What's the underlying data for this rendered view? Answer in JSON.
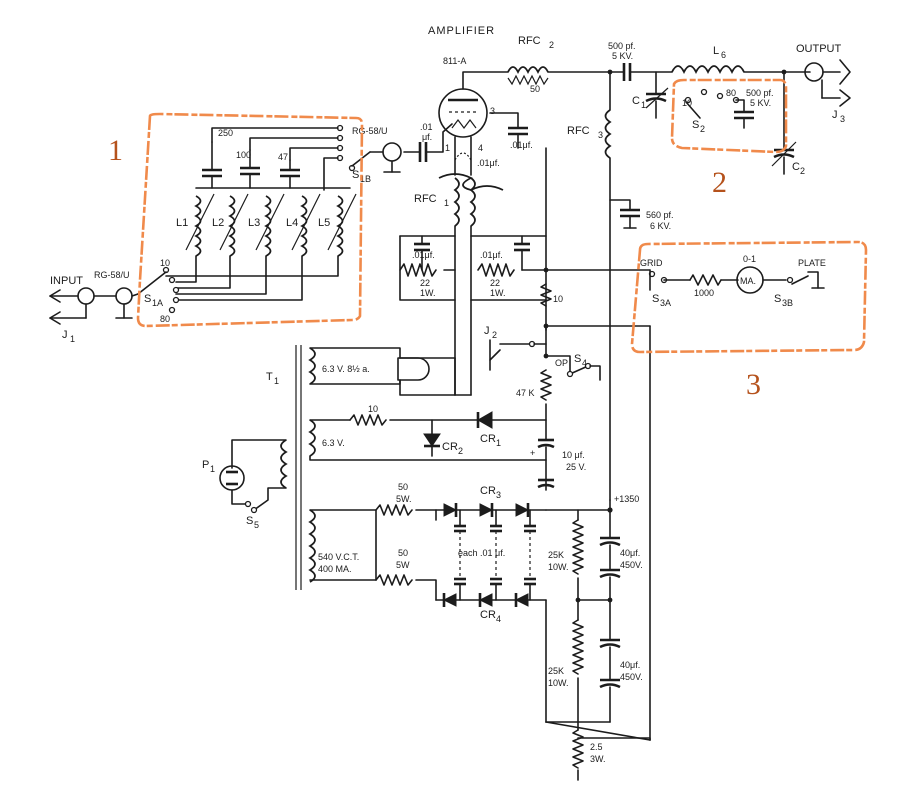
{
  "title": "AMPLIFIER",
  "highlights": [
    "1",
    "2",
    "3"
  ],
  "labels": {
    "tube": "811-A",
    "rfc2": "RFC",
    "rfc2_sub": "2",
    "rfc2_val": "50",
    "rfc1": "RFC",
    "rfc1_sub": "1",
    "rfc3": "RFC",
    "rfc3_sub": "3",
    "pin3": "3",
    "pin1": "1",
    "pin4": "4",
    "coax_in": "RG-58/U",
    "coax_grid": "RG-58/U",
    "input": "INPUT",
    "output": "OUTPUT",
    "j1": "J",
    "j1_sub": "1",
    "j2": "J",
    "j2_sub": "2",
    "j3": "J",
    "j3_sub": "3",
    "c_grid": ".01",
    "c_grid_unit": "μf.",
    "c_plate_byp": ".01μf.",
    "c_fil": ".01μf.",
    "c_grid_byp1": ".01μf.",
    "c_grid_byp2": ".01μf.",
    "r_grid1": "22",
    "r_grid1_w": "1W.",
    "r_grid2": "22",
    "r_grid2_w": "1W.",
    "r_meter_shunt": "10",
    "c_out": "500 pf.",
    "c_out_v": "5 KV.",
    "c_pad": "500 pf.",
    "c_pad_v": "5 KV.",
    "c_byp": "560 pf.",
    "c_byp_v": "6 KV.",
    "l6": "L",
    "l6_sub": "6",
    "c1": "C",
    "c1_sub": "1",
    "c2": "C",
    "c2_sub": "2",
    "s2": "S",
    "s2_sub": "2",
    "s2_10": "10",
    "s2_80": "80",
    "band_tabs": [
      "250",
      "100",
      "47"
    ],
    "coils": [
      "L1",
      "L2",
      "L3",
      "L4",
      "L5"
    ],
    "s1a": "S",
    "s1a_sub": "1A",
    "s1b": "S",
    "s1b_sub": "1B",
    "s1_10": "10",
    "s1_80": "80",
    "grid": "GRID",
    "plate": "PLATE",
    "meter": "MA.",
    "meter_range": "0-1",
    "r_meter": "1000",
    "s3a": "S",
    "s3a_sub": "3A",
    "s3b": "S",
    "s3b_sub": "3B",
    "t1": "T",
    "t1_sub": "1",
    "w_63a": "6.3 V.  8½ a.",
    "w_63b": "6.3 V.",
    "w_hv1": "540 V.C.T.",
    "w_hv2": "400 MA.",
    "r_fil": "10",
    "cr1": "CR",
    "cr1_sub": "1",
    "cr2": "CR",
    "cr2_sub": "2",
    "cr3": "CR",
    "cr3_sub": "3",
    "cr4": "CR",
    "cr4_sub": "4",
    "c_bias": "10 μf.",
    "c_bias_v": "25 V.",
    "r_bias": "47 K",
    "s4": "S",
    "s4_sub": "4",
    "op": "OP",
    "r_hv1": "50",
    "r_hv1_w": "5W.",
    "r_hv2": "50",
    "r_hv2_w": "5W",
    "c_each": "each .01 μf.",
    "hv": "+1350",
    "r_bl1": "25K",
    "r_bl1_w": "10W.",
    "r_bl2": "25K",
    "r_bl2_w": "10W.",
    "c_f1": "40μf.",
    "c_f1_v": "450V.",
    "c_f2": "40μf.",
    "c_f2_v": "450V.",
    "r_meter2": "2.5",
    "r_meter2_w": "3W.",
    "p1": "P",
    "p1_sub": "1",
    "s5": "S",
    "s5_sub": "5"
  }
}
